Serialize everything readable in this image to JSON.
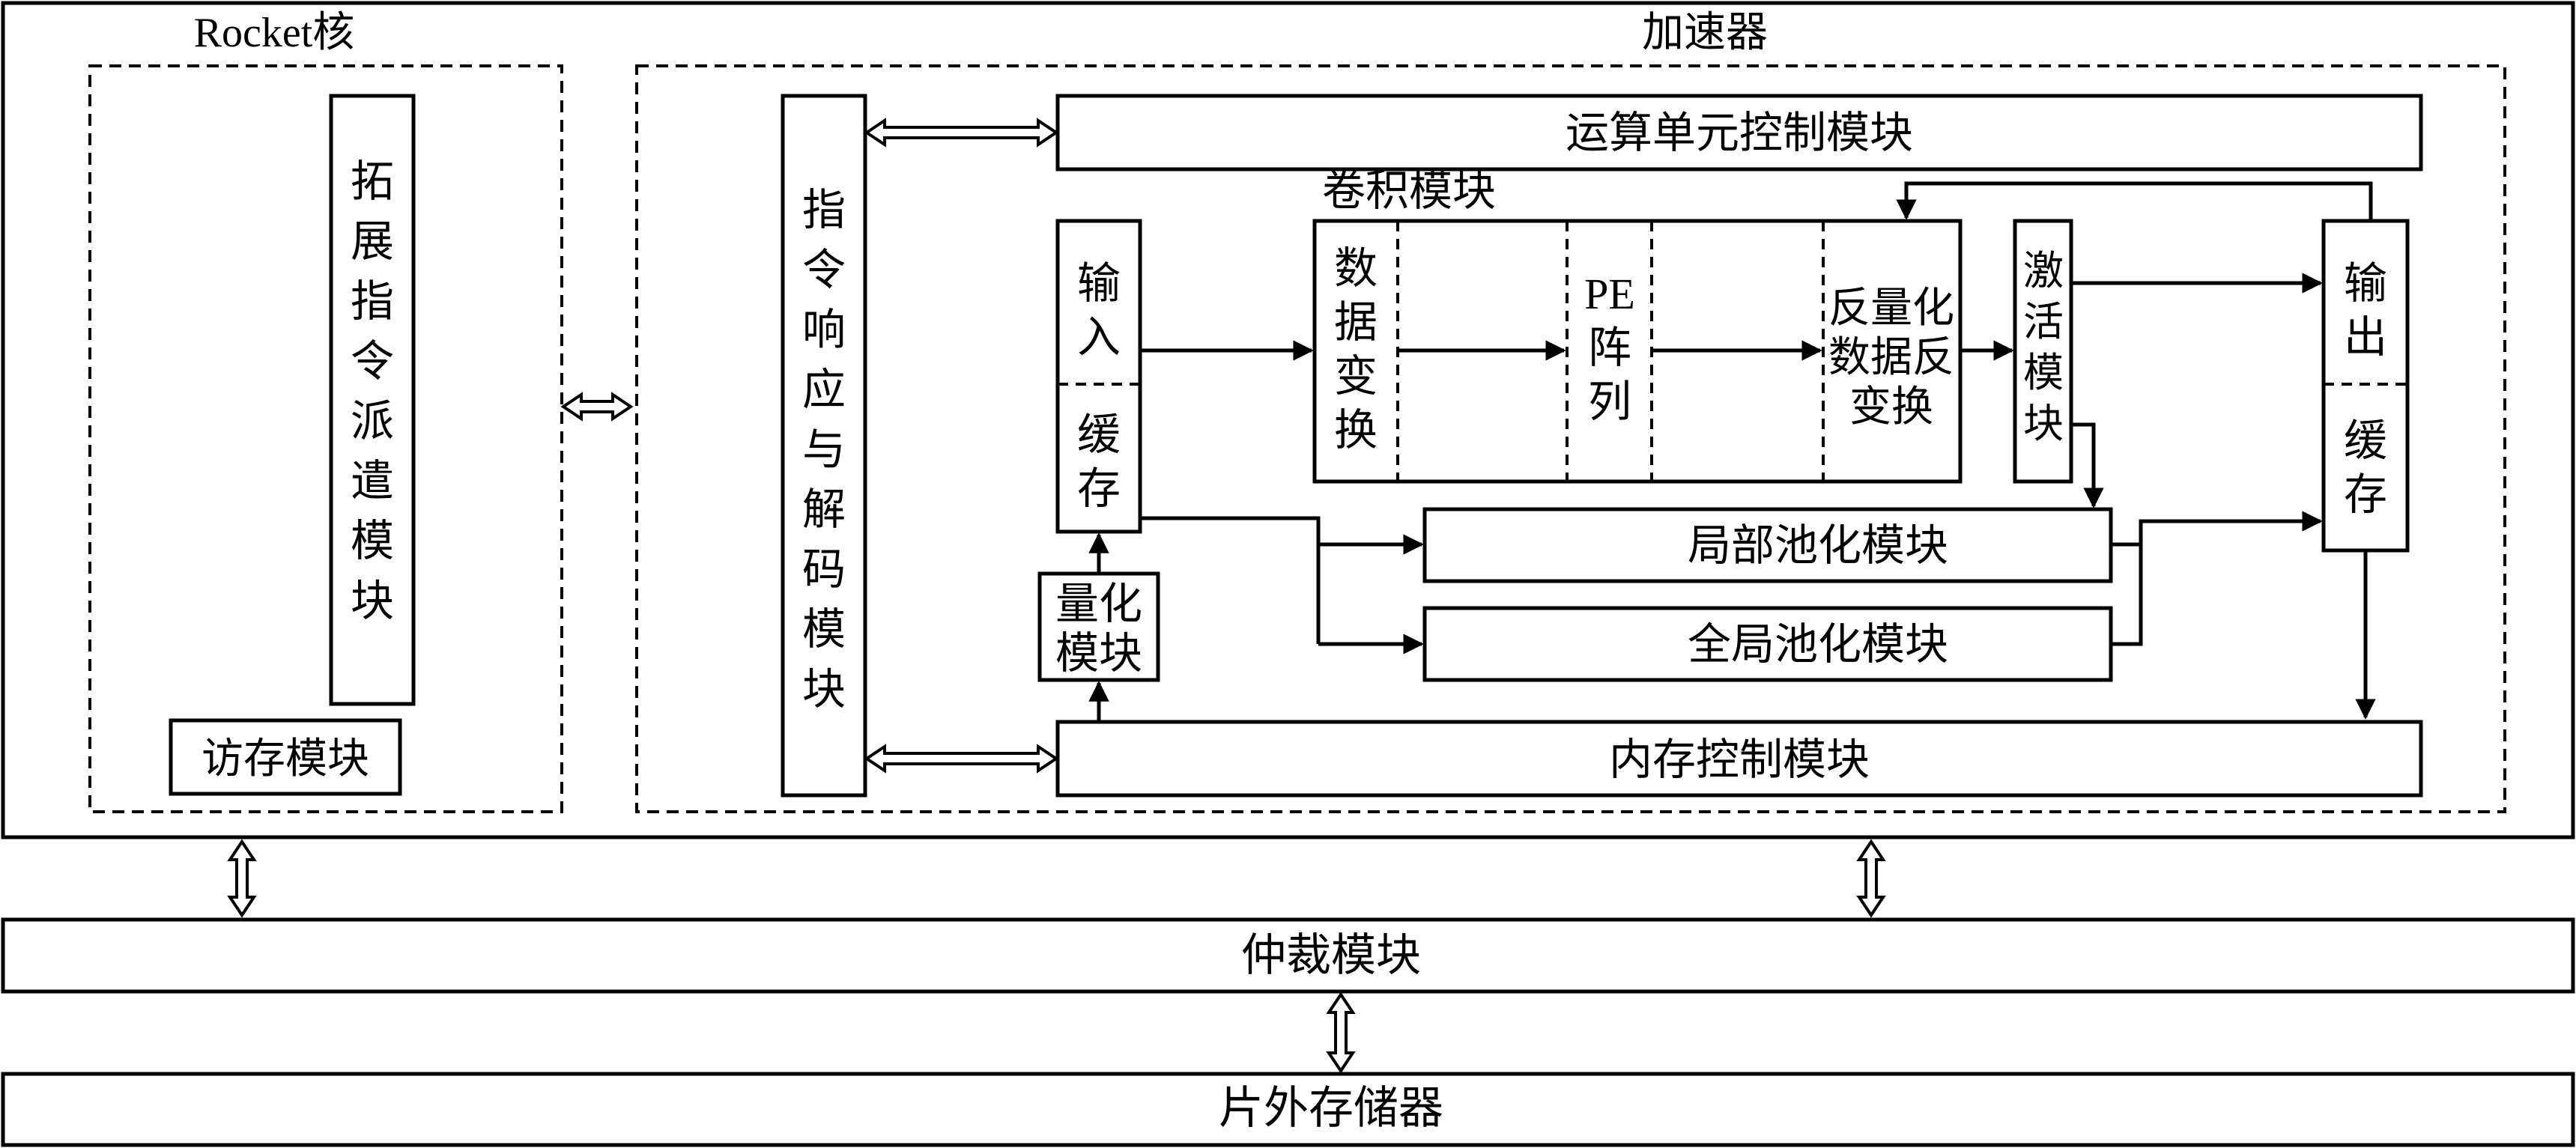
{
  "rocket_core": {
    "title": "Rocket核",
    "dispatch_module": [
      "拓",
      "展",
      "指",
      "令",
      "派",
      "遣",
      "模",
      "块"
    ],
    "memory_access_module": "访存模块"
  },
  "accelerator": {
    "title": "加速器",
    "decode_module": [
      "指",
      "令",
      "响",
      "应",
      "与",
      "解",
      "码",
      "模",
      "块"
    ],
    "compute_control": "运算单元控制模块",
    "memory_control": "内存控制模块",
    "input_buffer_top": [
      "输",
      "入"
    ],
    "input_buffer_bottom": [
      "缓",
      "存"
    ],
    "quantize_module": [
      "量化",
      "模块"
    ],
    "conv_module": {
      "title": "卷积模块",
      "data_transform": [
        "数",
        "据",
        "变",
        "换"
      ],
      "pe_array": [
        "PE",
        "阵",
        "列"
      ],
      "dequant_inverse": [
        "反量化",
        "数据反",
        "变换"
      ]
    },
    "activation_module": [
      "激",
      "活",
      "模",
      "块"
    ],
    "output_buffer_top": [
      "输",
      "出"
    ],
    "output_buffer_bottom": [
      "缓",
      "存"
    ],
    "local_pool": "局部池化模块",
    "global_pool": "全局池化模块"
  },
  "arbiter": "仲裁模块",
  "offchip_memory": "片外存储器"
}
